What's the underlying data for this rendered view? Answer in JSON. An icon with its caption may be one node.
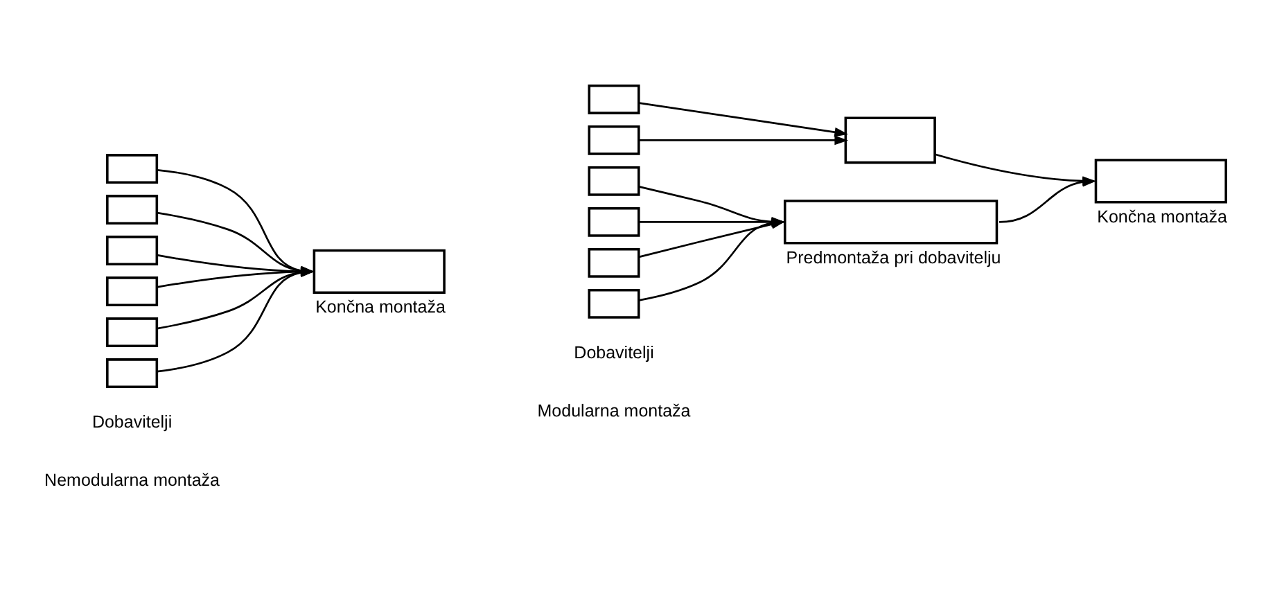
{
  "diagram": {
    "nodes": [
      {
        "text": [],
        "shape": "box"
      },
      {
        "text": [],
        "shape": "box"
      },
      {
        "text": [],
        "shape": "box"
      },
      {
        "text": [],
        "shape": "box"
      },
      {
        "text": [],
        "shape": "box"
      },
      {
        "text": [],
        "shape": "box"
      },
      {
        "text": [],
        "shape": "box",
        "beside": [
          "Končna montaža"
        ]
      },
      {
        "text": [],
        "shape": "box"
      },
      {
        "text": [],
        "shape": "box"
      },
      {
        "text": [],
        "shape": "box"
      },
      {
        "text": [],
        "shape": "box"
      },
      {
        "text": [],
        "shape": "box"
      },
      {
        "text": [],
        "shape": "box"
      },
      {
        "text": [],
        "shape": "box"
      },
      {
        "text": [],
        "shape": "box",
        "beside": [
          "Predmontaža pri dobavitelju"
        ]
      },
      {
        "text": [],
        "shape": "box",
        "beside": [
          "Končna montaža"
        ]
      }
    ],
    "edges": [
      {
        "from": 0,
        "to": 6,
        "arrow": "to"
      },
      {
        "from": 1,
        "to": 6,
        "arrow": "to"
      },
      {
        "from": 2,
        "to": 6,
        "arrow": "to"
      },
      {
        "from": 3,
        "to": 6,
        "arrow": "to"
      },
      {
        "from": 4,
        "to": 6,
        "arrow": "to"
      },
      {
        "from": 5,
        "to": 6,
        "arrow": "to"
      },
      {
        "from": 7,
        "to": 9,
        "arrow": "to"
      },
      {
        "from": 8,
        "to": 9,
        "arrow": "to"
      },
      {
        "from": 10,
        "to": 14,
        "arrow": "to"
      },
      {
        "from": 11,
        "to": 14,
        "arrow": "to"
      },
      {
        "from": 12,
        "to": 14,
        "arrow": "to"
      },
      {
        "from": 13,
        "to": 14,
        "arrow": "to"
      },
      {
        "from": 9,
        "to": 15,
        "arrow": "to"
      },
      {
        "from": 14,
        "to": 15,
        "arrow": "to"
      }
    ],
    "labels": [
      "Dobavitelji",
      "Nemodularna montaža",
      "Dobavitelji",
      "Modularna montaža"
    ]
  }
}
